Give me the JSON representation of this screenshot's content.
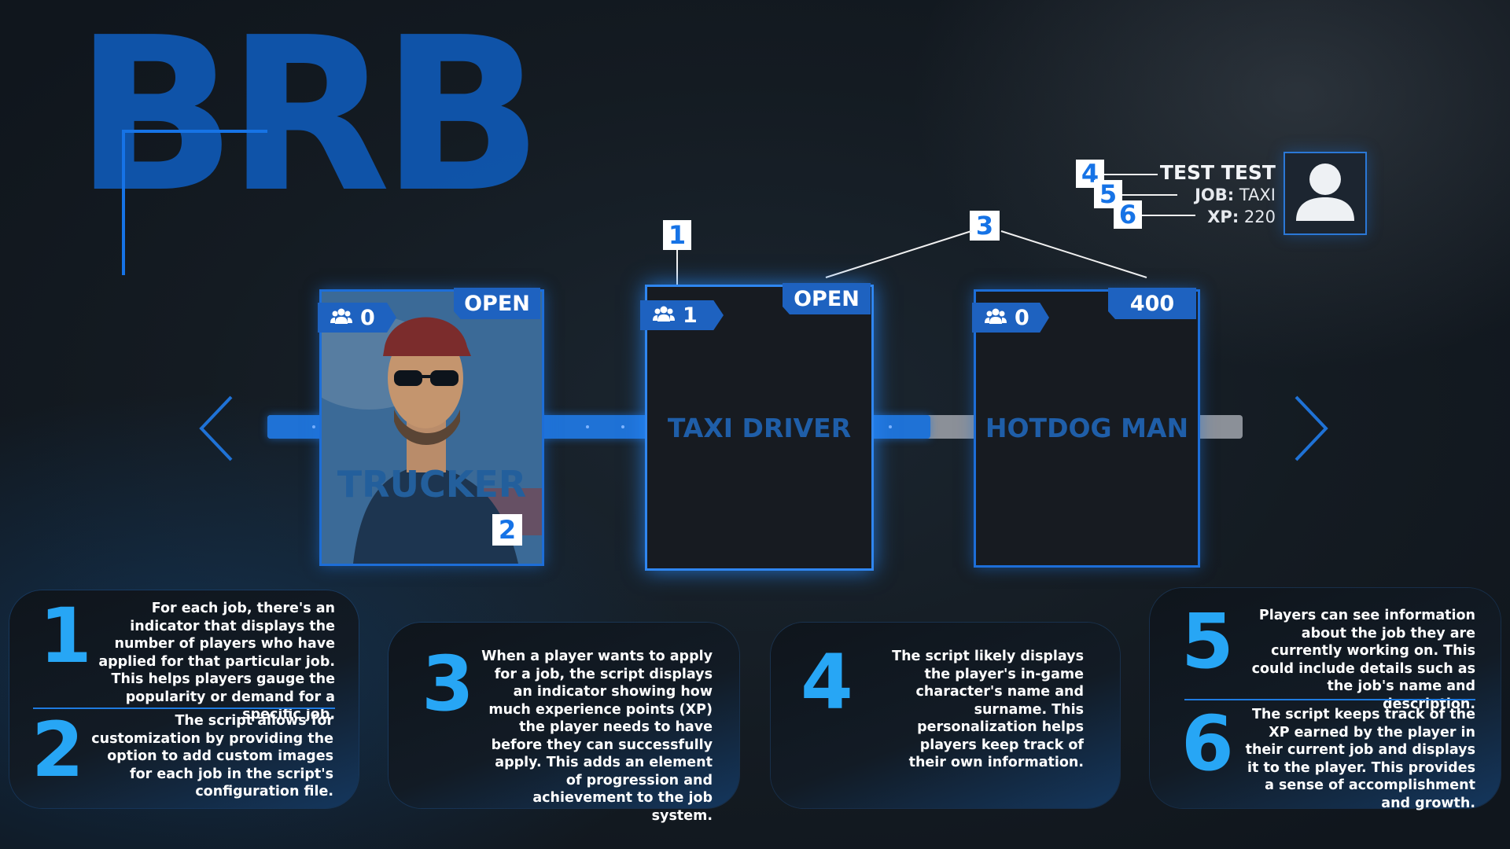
{
  "logo": {
    "text": "BRB"
  },
  "profile": {
    "name": "TEST TEST",
    "job_label": "JOB:",
    "job_value": "TAXI",
    "xp_label": "XP:",
    "xp_value": "220",
    "avatar_icon": "user-avatar-icon"
  },
  "callouts": {
    "n1": "1",
    "n2": "2",
    "n3": "3",
    "n4": "4",
    "n5": "5",
    "n6": "6"
  },
  "carousel": {
    "prev_icon": "chevron-left-icon",
    "next_icon": "chevron-right-icon",
    "progress": 0.68,
    "jobs": [
      {
        "name": "TRUCKER",
        "applicants": "0",
        "status": "OPEN",
        "has_image": true
      },
      {
        "name": "TAXI DRIVER",
        "applicants": "1",
        "status": "OPEN",
        "selected": true
      },
      {
        "name": "HOTDOG MAN",
        "applicants": "0",
        "status": "400"
      }
    ]
  },
  "info": [
    {
      "number": "1",
      "text": "For each job, there's an indicator that displays the number of players who have applied for that particular job. This helps players gauge the popularity or demand for a specific job."
    },
    {
      "number": "2",
      "text": "The script allows for customization by providing the option to add custom images for each job in the script's configuration file."
    },
    {
      "number": "3",
      "text": "When a player wants to apply for a job, the script displays an indicator showing how much experience points (XP) the player needs to have before they can successfully apply. This adds an element of progression and achievement to the job system."
    },
    {
      "number": "4",
      "text": "The script likely displays the player's in-game character's name and surname. This personalization helps players keep track of their own information."
    },
    {
      "number": "5",
      "text": "Players can see information about the job they are currently working on. This could include details such as the job's name and description."
    },
    {
      "number": "6",
      "text": "The script keeps track of the XP earned by the player in their current job and displays it to the player. This provides a sense of accomplishment and growth."
    }
  ]
}
